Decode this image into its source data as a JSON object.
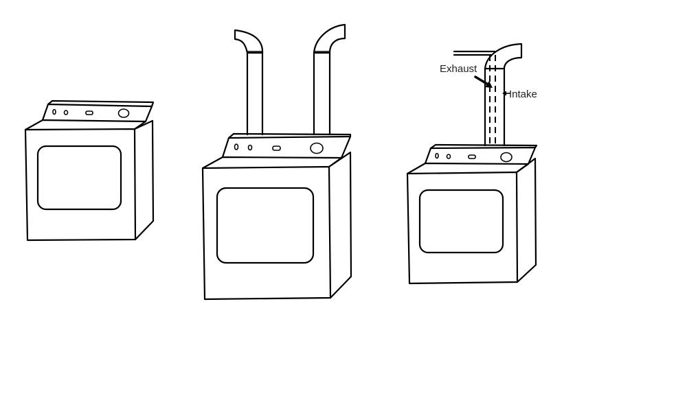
{
  "labels": {
    "exhaust": "Exhaust",
    "intake": "Intake"
  },
  "colors": {
    "background": "#ffffff",
    "stroke": "#000000"
  },
  "figures": [
    {
      "name": "dryer-no-vent"
    },
    {
      "name": "dryer-two-pipe-vent"
    },
    {
      "name": "dryer-concentric-vent"
    }
  ]
}
